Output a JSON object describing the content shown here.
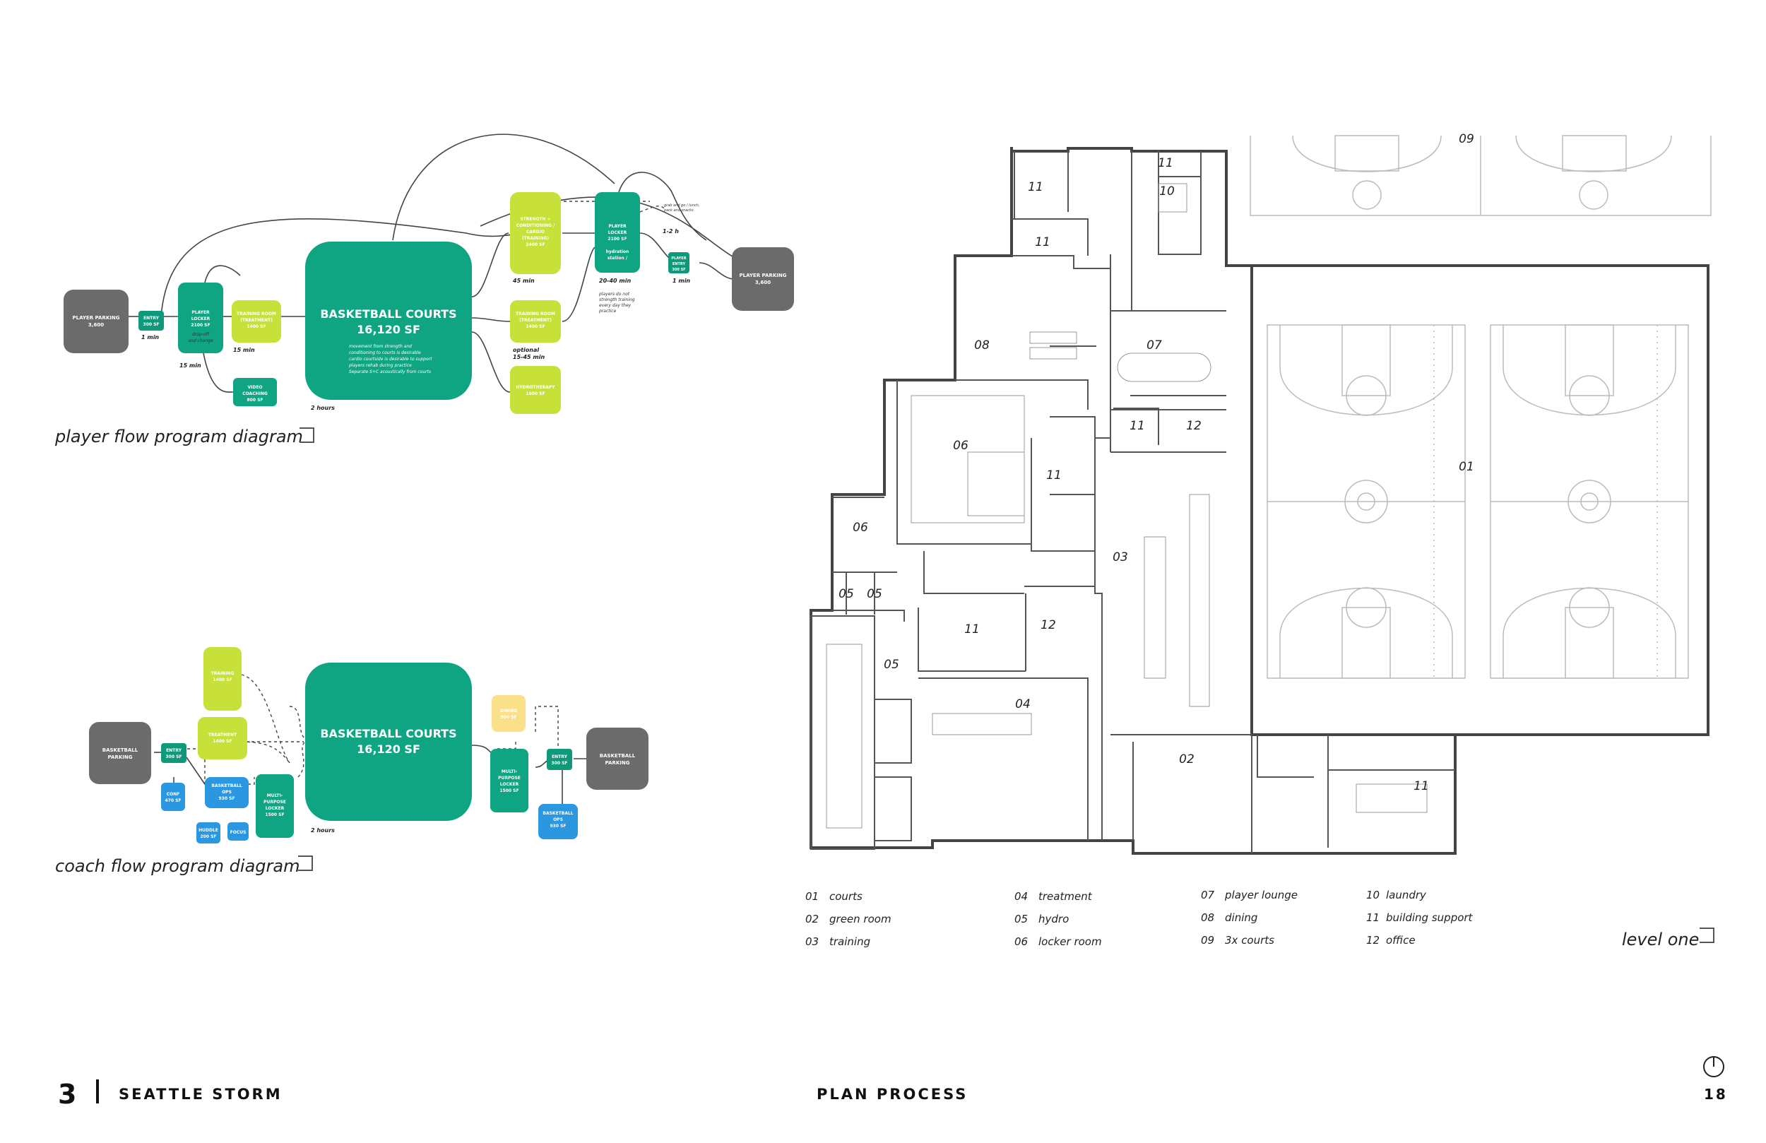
{
  "colors": {
    "teal": "#0fa582",
    "dark_teal": "#0e9a7a",
    "lime": "#c8e03a",
    "gray": "#6b6b6b",
    "blue": "#2a97e0",
    "yellow": "#fbe08a"
  },
  "player_diagram": {
    "caption": "player flow program diagram",
    "boxes": {
      "parking_left": [
        "PLAYER PARKING",
        "3,600"
      ],
      "entry": [
        "ENTRY",
        "300 SF"
      ],
      "locker": [
        "PLAYER",
        "LOCKER",
        "2100 SF"
      ],
      "training_room": [
        "TRAINING ROOM",
        "(TREATMENT)",
        "1400 SF"
      ],
      "video": [
        "VIDEO",
        "COACHING",
        "800 SF"
      ],
      "courts_title": "BASKETBALL COURTS",
      "courts_area": "16,120 SF",
      "courts_notes": [
        "movement from strength and",
        "conditioning to courts is desirable",
        "cardio courtside is desirable to support",
        "players rehab during practice",
        "Separate S+C acoustically from courts"
      ],
      "strength": [
        "STRENGTH +",
        "CONDITIONING /",
        "CARDIO",
        "(TRAINING)",
        "2400 SF"
      ],
      "training_room_2": [
        "TRAINING ROOM",
        "(TREATMENT)",
        "1400 SF"
      ],
      "hydro": [
        "HYDROTHERAPY",
        "1600 SF"
      ],
      "locker_2": [
        "PLAYER",
        "LOCKER",
        "2100 SF",
        "hydration",
        "station /"
      ],
      "player_entry": [
        "PLAYER",
        "ENTRY",
        "300 SF"
      ],
      "parking_right": [
        "PLAYER PARKING",
        "3,600"
      ]
    },
    "durations": {
      "d1": "1 min",
      "d2": "15 min",
      "d3": "15 min",
      "d4": "2 hours",
      "d5": "45 min",
      "d6": "optional",
      "d6b": "15-45 min",
      "d7": "20-40 min",
      "d8": "1-2 h",
      "d9": "1 min"
    },
    "notes": {
      "dropoff": [
        "drop-off",
        "and change"
      ],
      "grab": [
        "grab and go / lunch,",
        "pack and snacks"
      ],
      "no_strength": [
        "players do not",
        "strength training",
        "every day they",
        "practice"
      ]
    }
  },
  "coach_diagram": {
    "caption": "coach flow program diagram",
    "boxes": {
      "parking_left": [
        "BASKETBALL",
        "PARKING"
      ],
      "entry": [
        "ENTRY",
        "300 SF"
      ],
      "training": [
        "TRAINING",
        "1400 SF"
      ],
      "treatment": [
        "TREATMENT",
        "1400 SF"
      ],
      "conf": [
        "CONF",
        "470 SF"
      ],
      "ops": [
        "BASKETBALL",
        "OPS",
        "930 SF"
      ],
      "huddle": [
        "HUDDLE",
        "200 SF"
      ],
      "focus": [
        "FOCUS"
      ],
      "mp_locker": [
        "MULTI-",
        "PURPOSE",
        "LOCKER",
        "1500 SF"
      ],
      "courts_title": "BASKETBALL COURTS",
      "courts_area": "16,120 SF",
      "dining": [
        "DINING",
        "900 SF"
      ],
      "mp_locker_2": [
        "MULTI-",
        "PURPOSE",
        "LOCKER",
        "1500 SF"
      ],
      "entry_2": [
        "ENTRY",
        "300 SF"
      ],
      "ops_2": [
        "BASKETBALL",
        "OPS",
        "930 SF"
      ],
      "parking_right": [
        "BASKETBALL",
        "PARKING"
      ]
    },
    "durations": {
      "d1": "2 hours"
    }
  },
  "plan": {
    "rooms": [
      {
        "label": "09"
      },
      {
        "label": "11"
      },
      {
        "label": "11"
      },
      {
        "label": "10"
      },
      {
        "label": "11"
      },
      {
        "label": "08"
      },
      {
        "label": "07"
      },
      {
        "label": "11"
      },
      {
        "label": "12"
      },
      {
        "label": "06"
      },
      {
        "label": "11"
      },
      {
        "label": "01"
      },
      {
        "label": "06"
      },
      {
        "label": "03"
      },
      {
        "label": "05"
      },
      {
        "label": "05"
      },
      {
        "label": "11"
      },
      {
        "label": "12"
      },
      {
        "label": "05"
      },
      {
        "label": "04"
      },
      {
        "label": "02"
      },
      {
        "label": "11"
      }
    ],
    "legend": [
      {
        "num": "01",
        "name": "courts"
      },
      {
        "num": "02",
        "name": "green room"
      },
      {
        "num": "03",
        "name": "training"
      },
      {
        "num": "04",
        "name": "treatment"
      },
      {
        "num": "05",
        "name": "hydro"
      },
      {
        "num": "06",
        "name": "locker room"
      },
      {
        "num": "07",
        "name": "player lounge"
      },
      {
        "num": "08",
        "name": "dining"
      },
      {
        "num": "09",
        "name": "3x courts"
      },
      {
        "num": "10",
        "name": "laundry"
      },
      {
        "num": "11",
        "name": "building support"
      },
      {
        "num": "12",
        "name": "office"
      }
    ],
    "caption": "level one"
  },
  "footer": {
    "number": "3",
    "team": "SEATTLE STORM",
    "section": "PLAN PROCESS",
    "page": "18"
  }
}
